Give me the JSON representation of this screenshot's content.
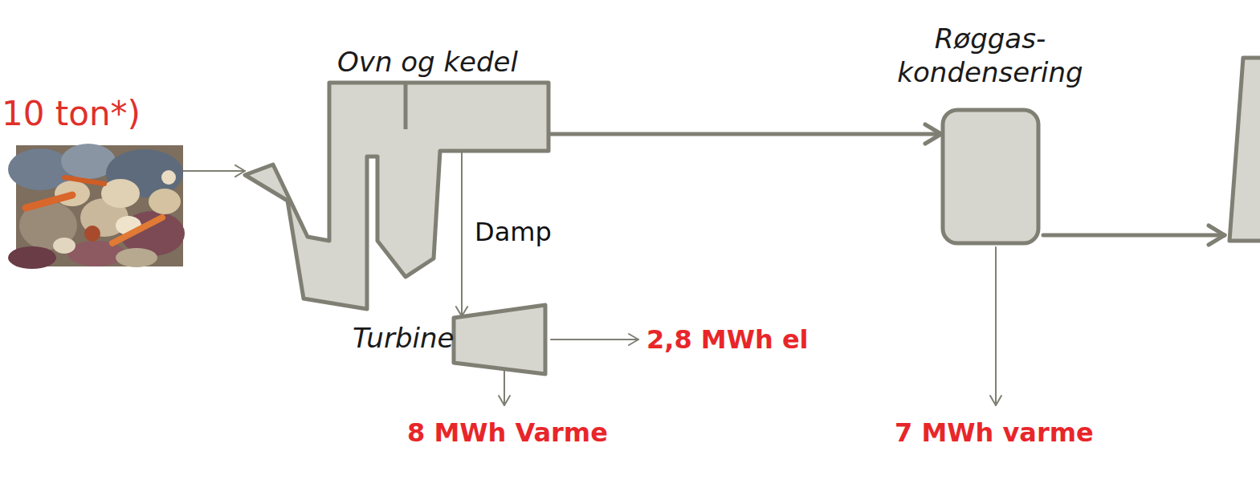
{
  "diagram": {
    "nodes": [
      {
        "text": [
          "10 ton*)"
        ]
      },
      {
        "text": [
          "Ovn og kedel"
        ]
      },
      {
        "text": [
          "Turbine"
        ]
      },
      {
        "text": [
          "Røggas- kondensering"
        ]
      }
    ],
    "edges": [
      {
        "from": 0,
        "to": 1,
        "arrow": "to"
      },
      {
        "from": 1,
        "to": 3,
        "arrow": "to"
      },
      {
        "from": 1,
        "to": 2,
        "label": "Damp",
        "arrow": "to"
      }
    ],
    "labels": [
      "2,8 MWh el",
      "8 MWh Varme",
      "7 MWh varme"
    ]
  }
}
